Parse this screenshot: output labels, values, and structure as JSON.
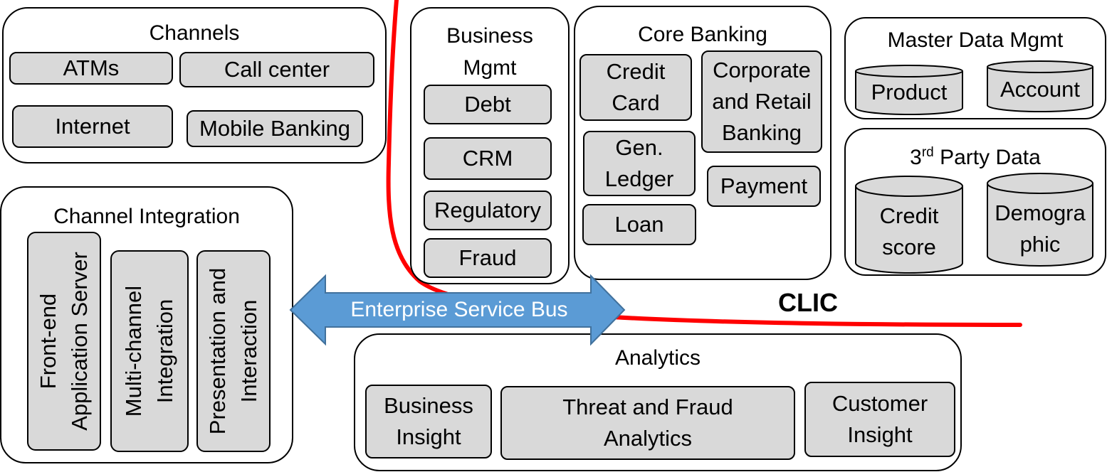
{
  "channels": {
    "title": "Channels",
    "items": [
      "ATMs",
      "Call center",
      "Internet",
      "Mobile Banking"
    ]
  },
  "channel_integration": {
    "title": "Channel Integration",
    "items": [
      "Front-end\nApplication Server",
      "Multi-channel\nIntegration",
      "Presentation and\nInteraction"
    ]
  },
  "business_mgmt": {
    "title": "Business\nMgmt",
    "items": [
      "Debt",
      "CRM",
      "Regulatory",
      "Fraud"
    ]
  },
  "core_banking": {
    "title": "Core Banking",
    "items": [
      "Credit\nCard",
      "Corporate\nand Retail\nBanking",
      "Gen.\nLedger",
      "Payment",
      "Loan"
    ]
  },
  "master_data": {
    "title": "Master Data Mgmt",
    "items": [
      "Product",
      "Account"
    ]
  },
  "third_party": {
    "title_prefix": "3",
    "title_sup": "rd",
    "title_rest": " Party Data",
    "items": [
      "Credit\nscore",
      "Demogra\nphic"
    ]
  },
  "analytics": {
    "title": "Analytics",
    "items": [
      "Business\nInsight",
      "Threat and Fraud\nAnalytics",
      "Customer\nInsight"
    ]
  },
  "bus": {
    "label": "Enterprise Service Bus",
    "color": "#5b9bd5"
  },
  "clic": {
    "label": "CLIC",
    "line_color": "#ff0000"
  },
  "colors": {
    "box_fill": "#d9d9d9",
    "border": "#000000"
  }
}
